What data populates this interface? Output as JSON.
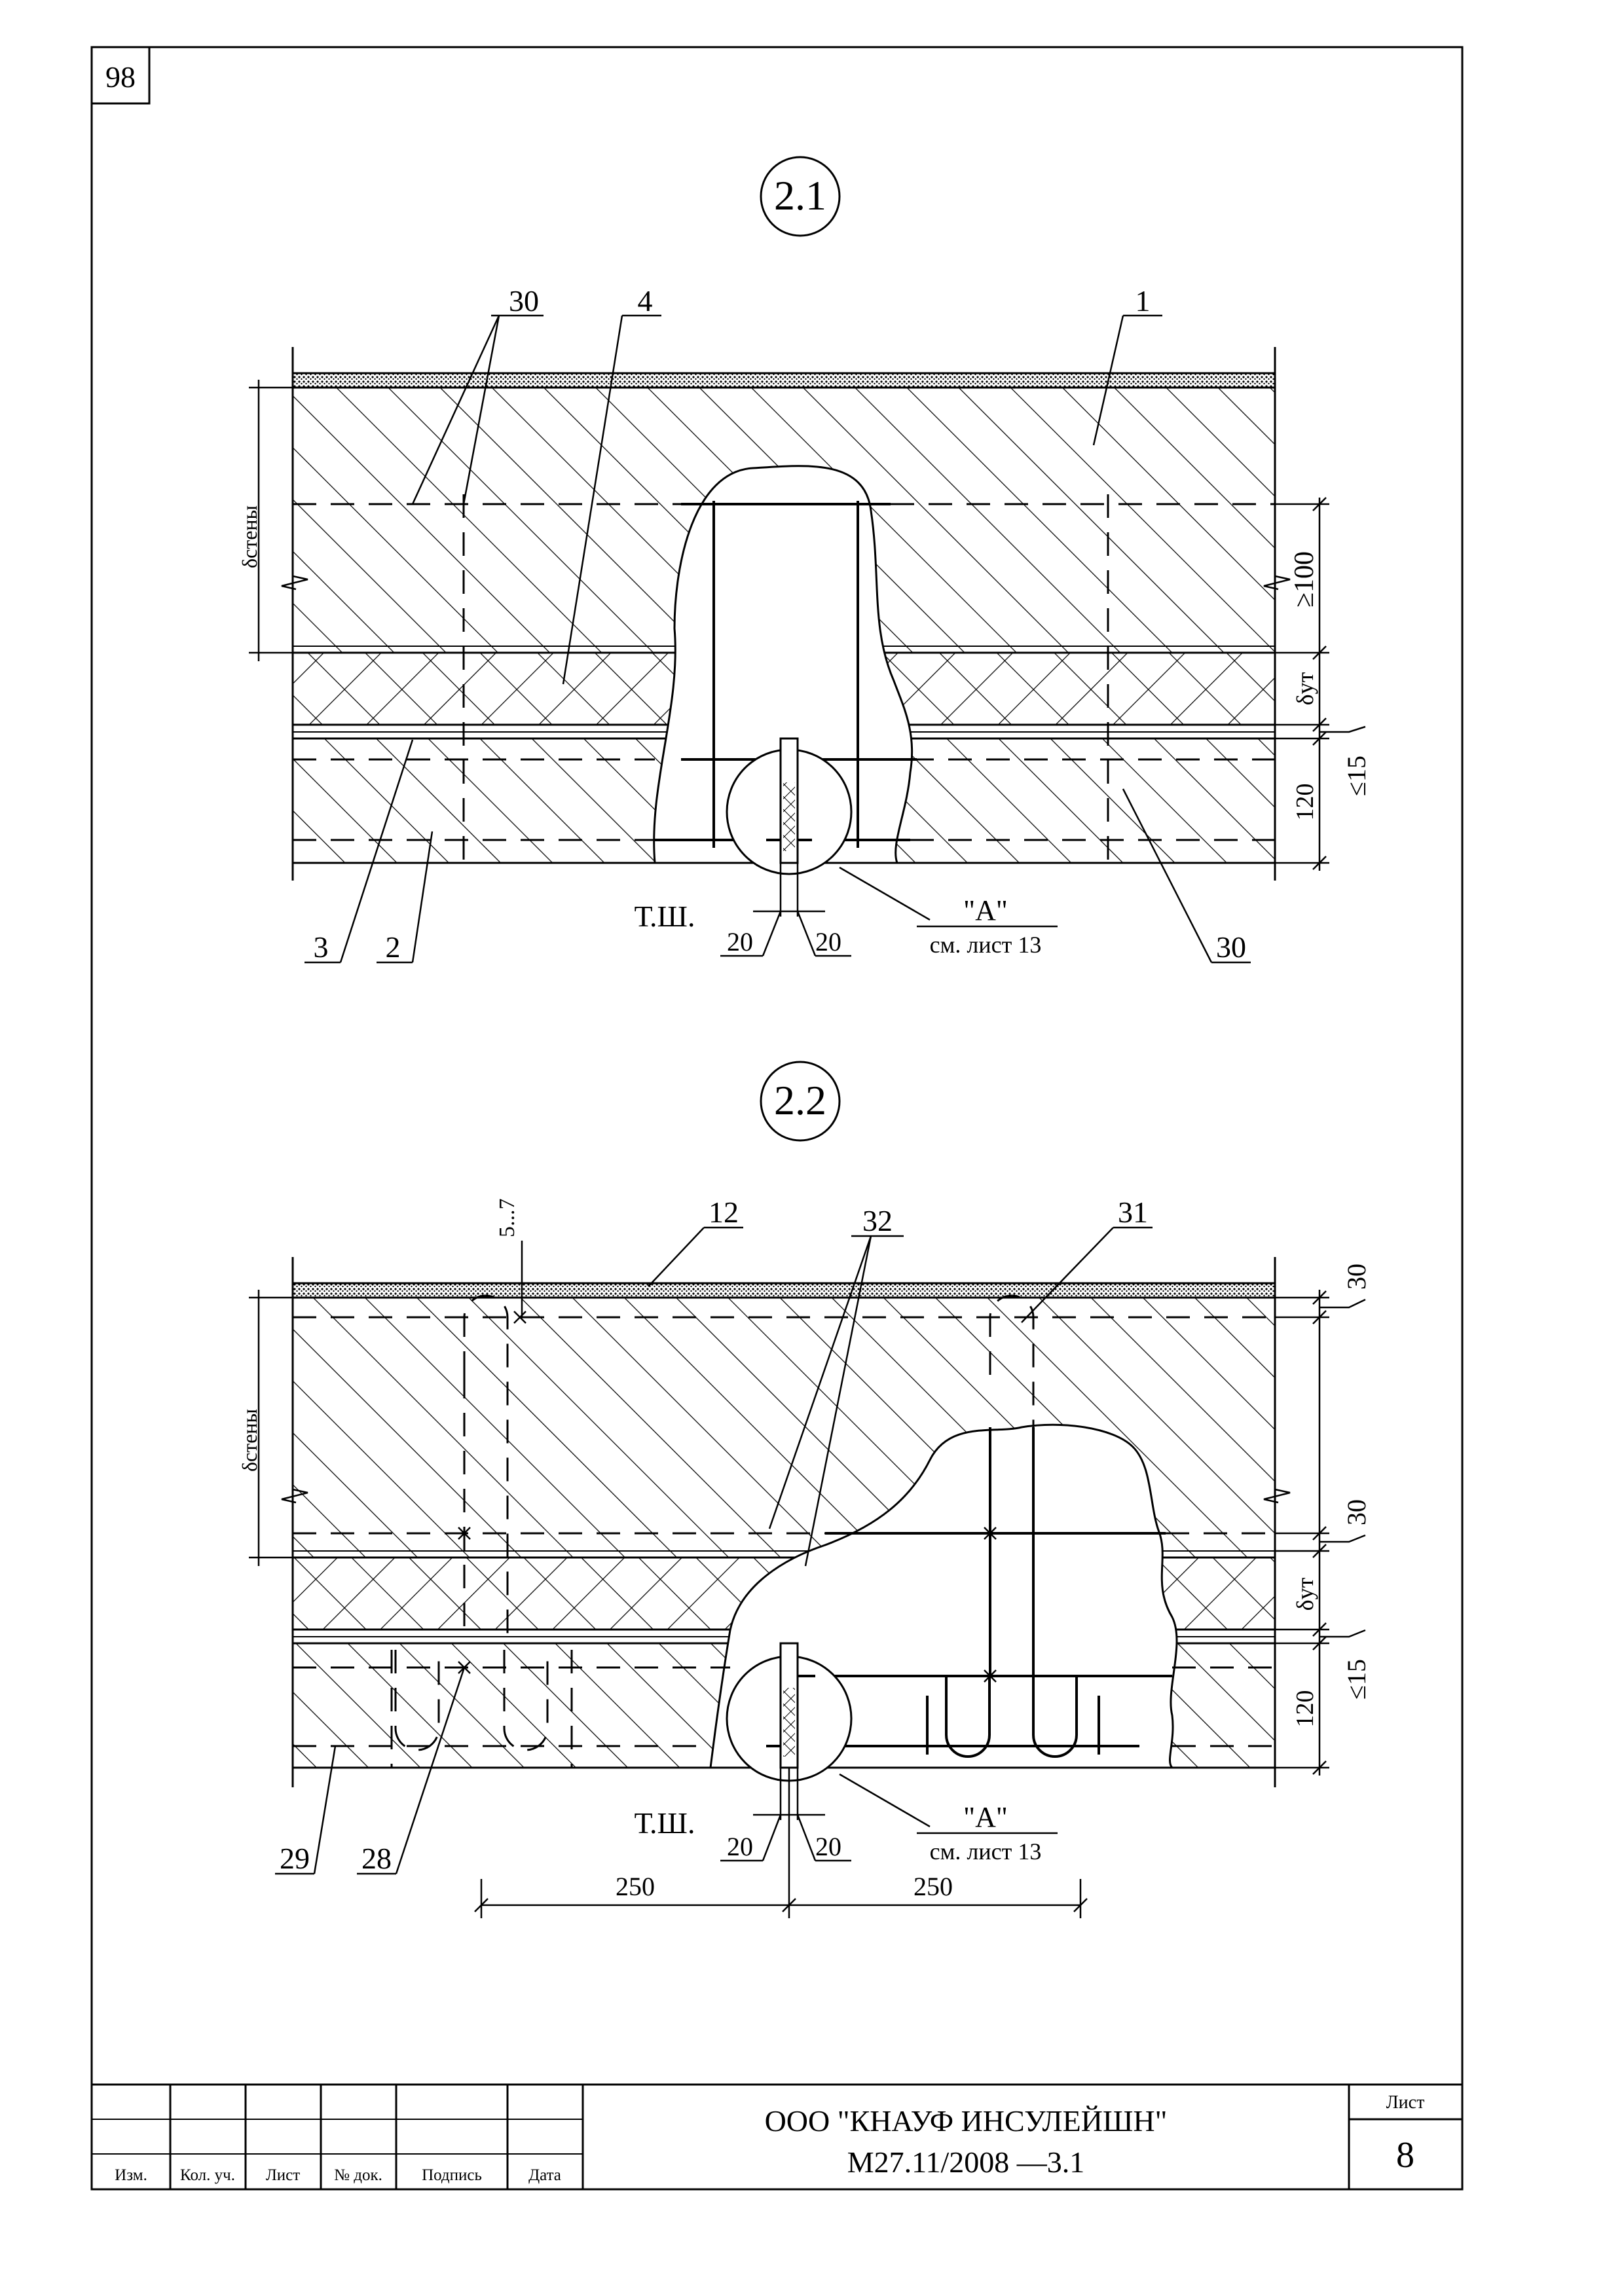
{
  "page_number": "98",
  "sheet_label": "Лист",
  "sheet_number": "8",
  "company": "ООО \"КНАУФ ИНСУЛЕЙШН\"",
  "doc_code": "М27.11/2008 —3.1",
  "title_block": {
    "cols": [
      "Изм.",
      "Кол. уч.",
      "Лист",
      "№ док.",
      "Подпись",
      "Дата"
    ]
  },
  "detail1": {
    "id": "2.1",
    "callouts": {
      "c30a": "30",
      "c4": "4",
      "c1": "1",
      "c3": "3",
      "c2": "2",
      "c30b": "30"
    },
    "dims": {
      "d100": "≥100",
      "dut": "δут",
      "d15": "≤15",
      "d120": "120",
      "dwall": "δстены",
      "d20a": "20",
      "d20b": "20"
    },
    "ts": "Т.Ш.",
    "ref": "\"А\"",
    "ref_sub": "см. лист 13"
  },
  "detail2": {
    "id": "2.2",
    "callouts": {
      "c12": "12",
      "c32": "32",
      "c31": "31",
      "c29": "29",
      "c28": "28"
    },
    "dims": {
      "d30a": "30",
      "d30b": "30",
      "dut": "δут",
      "d15": "≤15",
      "d120": "120",
      "dwall": "δстены",
      "d57": "5...7",
      "d20a": "20",
      "d20b": "20",
      "w250a": "250",
      "w250b": "250"
    },
    "ts": "Т.Ш.",
    "ref": "\"А\"",
    "ref_sub": "см. лист 13"
  }
}
